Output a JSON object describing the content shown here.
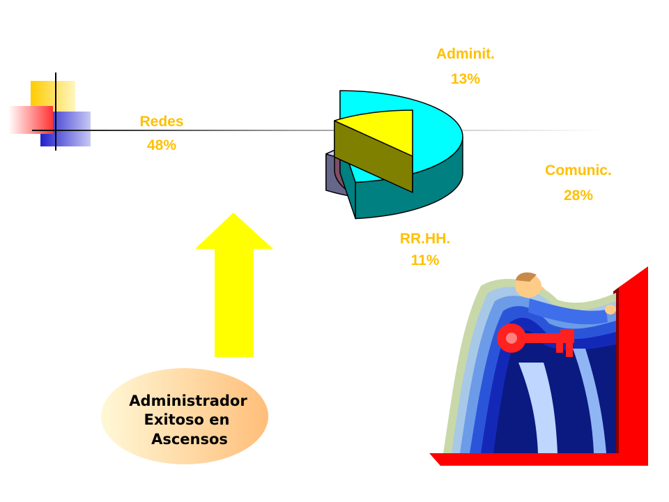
{
  "colors": {
    "label": "#FFC000",
    "arrow": "#FFFF00",
    "callout_start": "#FFF8D6",
    "callout_end": "#FFBE7A"
  },
  "chart_data": {
    "type": "pie",
    "style": "3d-exploded",
    "title": "",
    "slices": [
      {
        "label": "Redes",
        "percent_label": "48%",
        "value": 48,
        "color": "#00FFFF",
        "side_color": "#008080"
      },
      {
        "label": "Adminit.",
        "percent_label": "13%",
        "value": 13,
        "color": "#CCCCFF",
        "side_color": "#66668A"
      },
      {
        "label": "Comunic.",
        "percent_label": "28%",
        "value": 28,
        "color": "#FF99CC",
        "side_color": "#7F4D66"
      },
      {
        "label": "RR.HH.",
        "percent_label": "11%",
        "value": 11,
        "color": "#FFFF00",
        "side_color": "#808000"
      }
    ]
  },
  "callout": {
    "lines": [
      "Administrador",
      "Exitoso en",
      "Ascensos"
    ]
  },
  "decorations": {
    "corner_logo_icon": "colored-squares-logo-icon",
    "arrow_icon": "up-arrow-icon",
    "illustration_icon": "man-turning-key-illustration"
  }
}
